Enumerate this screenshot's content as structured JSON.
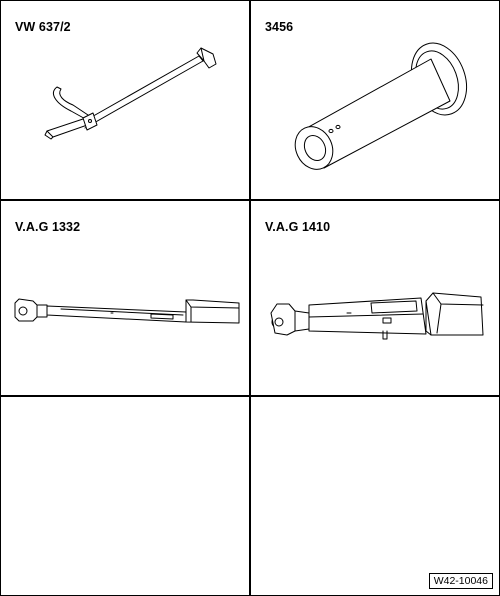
{
  "cells": [
    {
      "label": "VW 637/2",
      "tool_icon": "lever-hook-tool-icon"
    },
    {
      "label": "3456",
      "tool_icon": "cylindrical-sleeve-tool-icon"
    },
    {
      "label": "V.A.G 1332",
      "tool_icon": "torque-wrench-icon"
    },
    {
      "label": "V.A.G 1410",
      "tool_icon": "torque-wrench-large-icon"
    },
    {
      "label": "",
      "tool_icon": ""
    },
    {
      "label": "",
      "tool_icon": ""
    }
  ],
  "figure_id": "W42-10046"
}
